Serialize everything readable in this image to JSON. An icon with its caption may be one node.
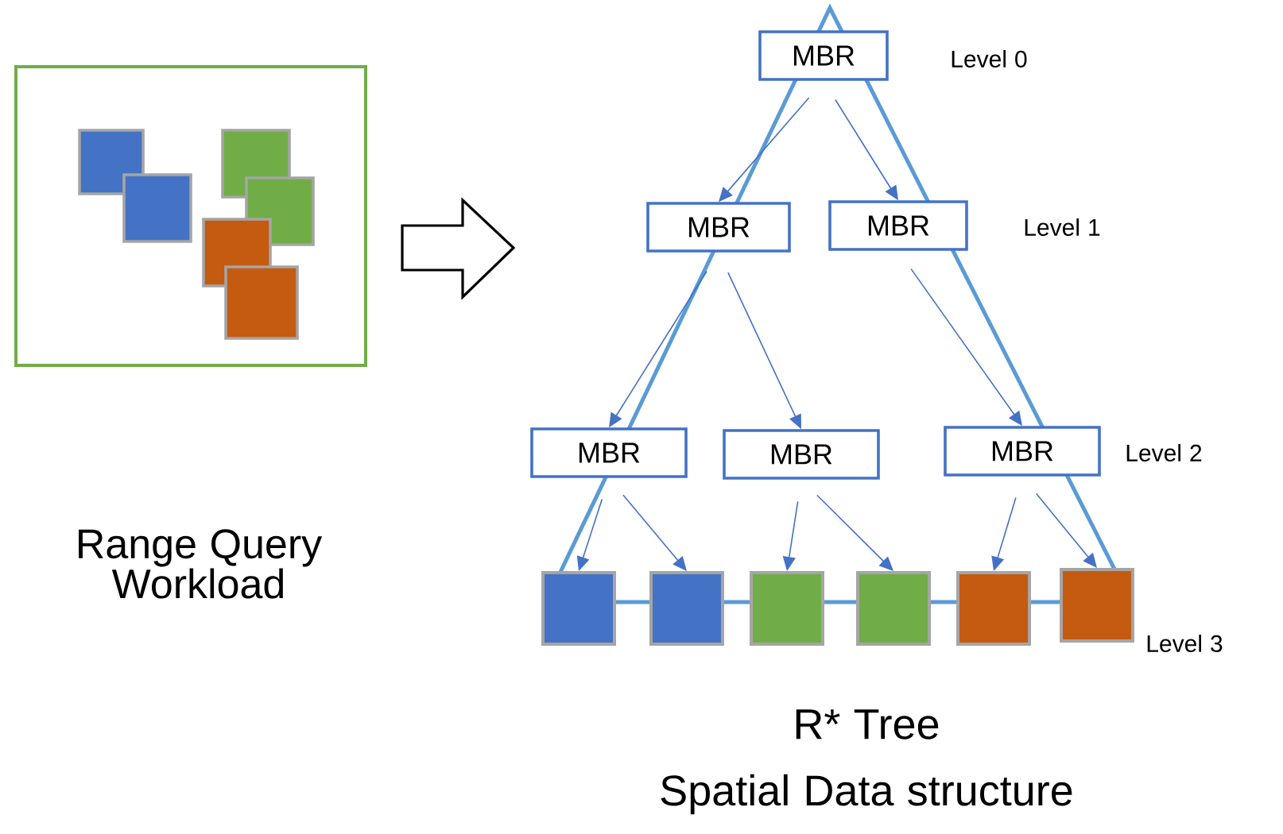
{
  "diagram": {
    "labels": [
      "R* Tree",
      "Spatial Data structure"
    ],
    "nodes": [
      {
        "text": [],
        "shape": "box",
        "beside": [
          "Range Query Workload"
        ]
      },
      {
        "text": [
          "MBR"
        ],
        "beside": [
          "Level 0"
        ]
      },
      {
        "text": [
          "MBR"
        ]
      },
      {
        "text": [
          "MBR"
        ],
        "beside": [
          "Level 1"
        ]
      },
      {
        "text": [
          "MBR"
        ]
      },
      {
        "text": [
          "MBR"
        ]
      },
      {
        "text": [
          "MBR"
        ],
        "beside": [
          "Level 2"
        ]
      },
      {
        "text": [],
        "shape": "box"
      },
      {
        "text": [],
        "shape": "box"
      },
      {
        "text": [],
        "shape": "box"
      },
      {
        "text": [],
        "shape": "box"
      },
      {
        "text": [],
        "shape": "box"
      },
      {
        "text": [],
        "shape": "box",
        "beside": [
          "Level 3"
        ]
      }
    ],
    "edges": [
      {
        "from": 0,
        "to": null,
        "arrow": "to",
        "style": "thick"
      },
      {
        "from": 1,
        "to": 2,
        "arrow": "to"
      },
      {
        "from": 1,
        "to": 3,
        "arrow": "to"
      },
      {
        "from": 2,
        "to": 4,
        "arrow": "to"
      },
      {
        "from": 2,
        "to": 5,
        "arrow": "to"
      },
      {
        "from": 3,
        "to": 6,
        "arrow": "to"
      },
      {
        "from": 4,
        "to": 7,
        "arrow": "to"
      },
      {
        "from": 4,
        "to": 8,
        "arrow": "to"
      },
      {
        "from": 5,
        "to": 9,
        "arrow": "to"
      },
      {
        "from": 5,
        "to": 10,
        "arrow": "to"
      },
      {
        "from": 6,
        "to": 11,
        "arrow": "to"
      },
      {
        "from": 6,
        "to": 12,
        "arrow": "to"
      }
    ]
  }
}
